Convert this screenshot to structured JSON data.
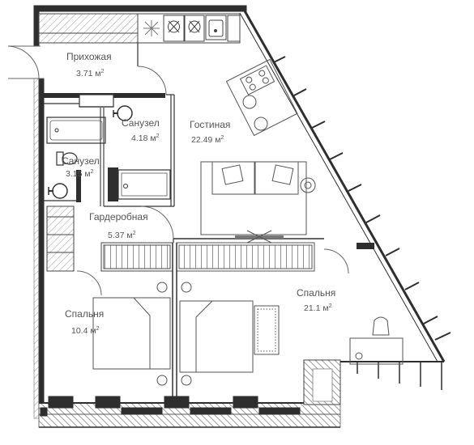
{
  "rooms": {
    "hallway": {
      "name": "Прихожая",
      "area": "3.71 м",
      "unit_sup": "2"
    },
    "bath1": {
      "name": "Санузел",
      "area": "4.18 м",
      "unit_sup": "2"
    },
    "bath2": {
      "name": "Санузел",
      "area": "3.15 м",
      "unit_sup": "2"
    },
    "living": {
      "name": "Гостиная",
      "area": "22.49 м",
      "unit_sup": "2"
    },
    "wardrobe": {
      "name": "Гардеробная",
      "area": "5.37 м",
      "unit_sup": "2"
    },
    "bedroom1": {
      "name": "Спальня",
      "area": "10.4 м",
      "unit_sup": "2"
    },
    "bedroom2": {
      "name": "Спальня",
      "area": "21.1 м",
      "unit_sup": "2"
    }
  },
  "colors": {
    "wall": "#2e2e2e",
    "line": "#8a8a8a",
    "fill": "#ffffff"
  }
}
